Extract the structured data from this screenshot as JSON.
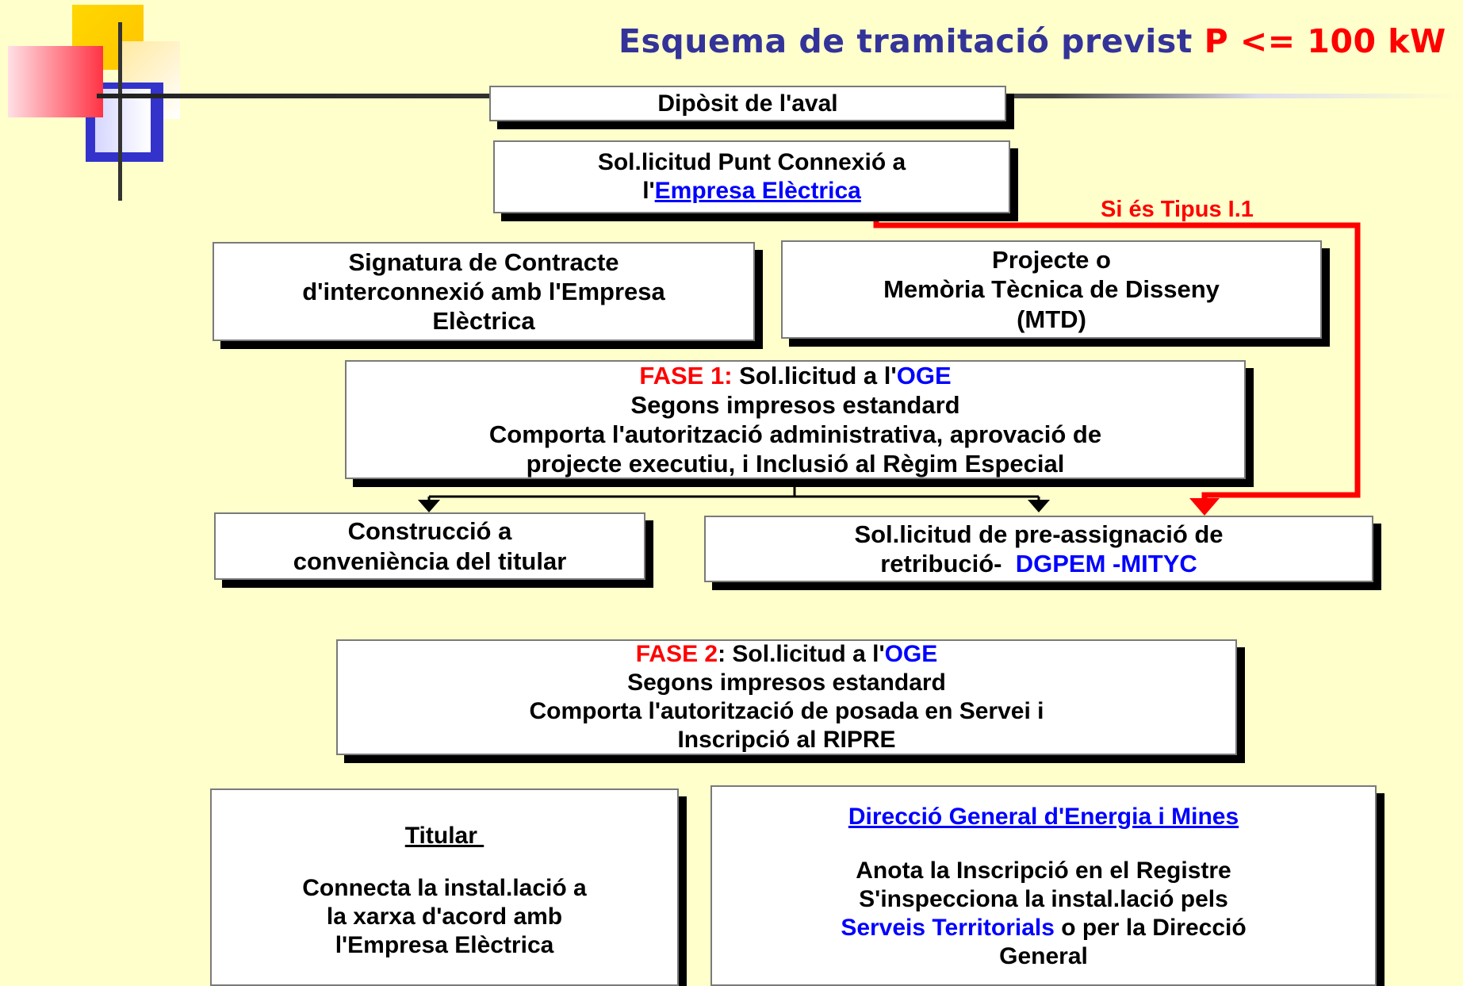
{
  "slide": {
    "title_main": "Esquema de tramitació previst ",
    "title_highlight": "P <= 100 kW",
    "colors": {
      "background": "#FFFFCC",
      "title": "#333399",
      "accent_red": "#FF0000",
      "link_blue": "#0000FF"
    }
  },
  "boxes": {
    "aval": {
      "text": "Dipòsit de l'aval"
    },
    "punt_connexio": {
      "line1": "Sol.licitud Punt Connexió a",
      "line2_prefix": "l'",
      "line2_link": "Empresa Elèctrica"
    },
    "contracte": {
      "line1": "Signatura de Contracte",
      "line2": "d'interconnexió amb l'Empresa",
      "line3": "Elèctrica"
    },
    "projecte": {
      "line1": "Projecte  o",
      "line2": "Memòria Tècnica de Disseny",
      "line3": "(MTD)"
    },
    "fase1": {
      "label": "FASE 1:",
      "text1": " Sol.licitud a l'",
      "oge": "OGE",
      "line2": "Segons impresos estandard",
      "line3": "Comporta l'autorització administrativa, aprovació de",
      "line4": "projecte executiu, i Inclusió al Règim Especial"
    },
    "construccio": {
      "line1": "Construcció a",
      "line2": "conveniència del titular"
    },
    "preassignacio": {
      "line1": "Sol.licitud de pre-assignació de",
      "line2_prefix": "retribució-  ",
      "line2_blue": "DGPEM -MITYC"
    },
    "fase2": {
      "label": "FASE 2",
      "text1": ": Sol.licitud a l'",
      "oge": "OGE",
      "line2": "Segons impresos estandard",
      "line3": "Comporta l'autorització de posada en Servei i",
      "line4": "Inscripció al RIPRE"
    },
    "titular": {
      "heading": "Titular ",
      "line1": "Connecta la instal.lació a",
      "line2": "la xarxa d'acord amb",
      "line3": "l'Empresa Elèctrica"
    },
    "direccio": {
      "link": "Direcció General d'Energia i Mines",
      "line1": "Anota la Inscripció en el Registre",
      "line2": "S'inspecciona la instal.lació pels",
      "line3_blue": "Serveis Territorials",
      "line3_rest": " o per la Direcció",
      "line4": "General"
    }
  },
  "annotations": {
    "tipus": "Si és Tipus I.1"
  }
}
